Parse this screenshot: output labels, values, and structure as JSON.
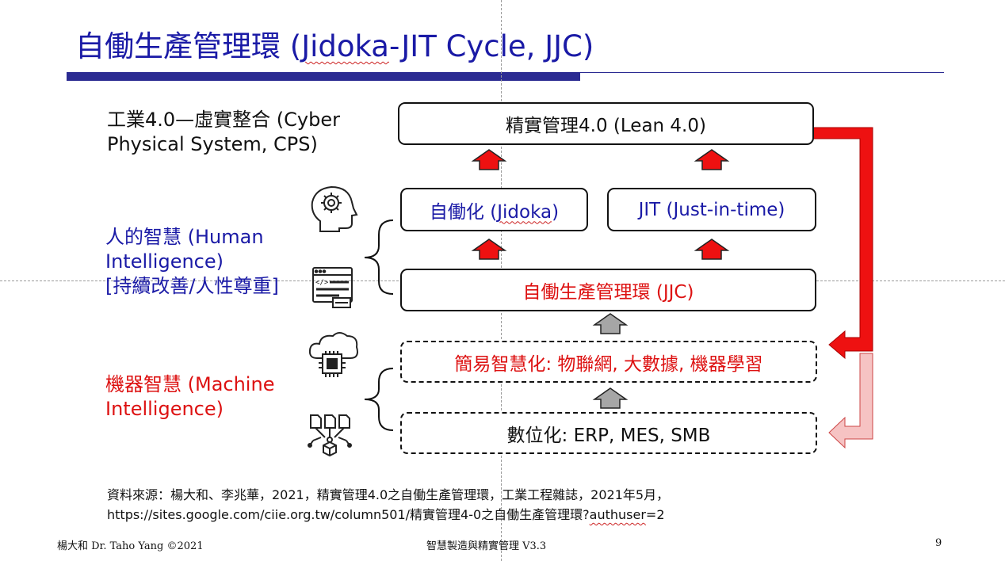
{
  "slide": {
    "title_main": "自働生產管理環 (",
    "title_wavy": "Jidoka",
    "title_tail": "-JIT Cycle,  JJC)",
    "labels": {
      "cps_line1": "工業4.0—虛實整合 (Cyber",
      "cps_line2": "Physical System, CPS)",
      "human_line1": "人的智慧 (Human",
      "human_line2": "Intelligence)",
      "human_line3": "[持續改善/人性尊重]",
      "machine_line1": "機器智慧 (Machine",
      "machine_line2": "Intelligence)"
    },
    "boxes": {
      "lean": "精實管理4.0 (Lean 4.0)",
      "jidoka_pre": "自働化 (",
      "jidoka_wavy": "Jidoka",
      "jidoka_post": ")",
      "jit": "JIT (Just-in-time)",
      "jjc": "自働生產管理環 (JJC)",
      "smart": "簡易智慧化: 物聯網, 大數據, 機器學習",
      "digital": "數位化: ERP, MES, SMB"
    },
    "source_line1": "資料來源：楊大和、李兆華，2021，精實管理4.0之自働生產管理環，工業工程雜誌，2021年5月，",
    "source_line2_pre": "https://sites.google.com/ciie.org.tw/column501/精實管理4-0之自働生產管理環?",
    "source_line2_wavy": "authuser",
    "source_line2_post": "=2",
    "footer": {
      "author": "楊大和 Dr. Taho Yang ©2021",
      "course": "智慧製造與精實管理 V3.3",
      "page": "9"
    }
  },
  "colors": {
    "title_blue": "#1a1aa6",
    "bar_navy": "#2b2b92",
    "accent_red": "#ee1111",
    "pink": "#f6c3c3",
    "gray_arrow": "#a6a6a6"
  },
  "icons": [
    "gear-head-icon",
    "code-window-icon",
    "cloud-chip-icon",
    "data-network-icon"
  ]
}
